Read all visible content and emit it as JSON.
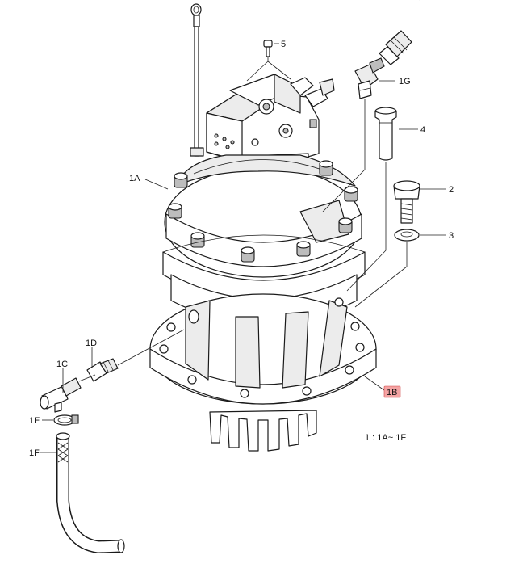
{
  "labels": {
    "part_1A": "1A",
    "part_1B": "1B",
    "part_1C": "1C",
    "part_1D": "1D",
    "part_1E": "1E",
    "part_1F": "1F",
    "part_1G": "1G",
    "part_2": "2",
    "part_3": "3",
    "part_4": "4",
    "part_5": "5",
    "note": "1 : 1A~ 1F"
  },
  "colors": {
    "highlight_fill": "#f4a3a3",
    "highlight_border": "#d04848",
    "line": "#1a1a1a"
  }
}
